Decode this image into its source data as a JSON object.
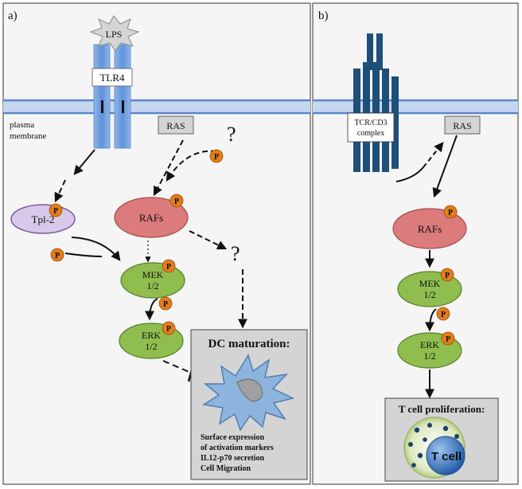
{
  "panel_a": {
    "label": "a)",
    "lps": "LPS",
    "tlr4": "TLR4",
    "ras": "RAS",
    "membrane_line1": "plasma",
    "membrane_line2": "membrane",
    "tpl2": "Tpl-2",
    "rafs": "RAFs",
    "mek_line1": "MEK",
    "mek_line2": "1/2",
    "erk_line1": "ERK",
    "erk_line2": "1/2",
    "phospho": "P",
    "question": "?",
    "dc_title": "DC maturation:",
    "dc_lines": [
      "Surface expression",
      "of activation markers",
      "IL12-p70 secretion",
      "Cell Migration"
    ]
  },
  "panel_b": {
    "label": "b)",
    "tcr_line1": "TCR/CD3",
    "tcr_line2": "complex",
    "ras": "RAS",
    "rafs": "RAFs",
    "mek_line1": "MEK",
    "mek_line2": "1/2",
    "erk_line1": "ERK",
    "erk_line2": "1/2",
    "phospho": "P",
    "tcell_title": "T cell proliferation:",
    "tcell_label": "T cell"
  },
  "colors": {
    "panel_bg": "#f5f5f5",
    "membrane_fill": "#c5d8f0",
    "membrane_line": "#5b86c5",
    "tlr4_blue": "#6e9ee0",
    "tcr_blue": "#1f4e79",
    "raf_red": "#dc7b7b",
    "mek_green": "#8fbd4e",
    "tpl2_purple": "#d8c9ea",
    "phospho_orange": "#e37c1a",
    "box_grey": "#d4d4d4",
    "dc_cell": "#8db4dc",
    "tcell_outer": "#c8d8a0",
    "tcell_nucleus": "#2e6bb0"
  }
}
